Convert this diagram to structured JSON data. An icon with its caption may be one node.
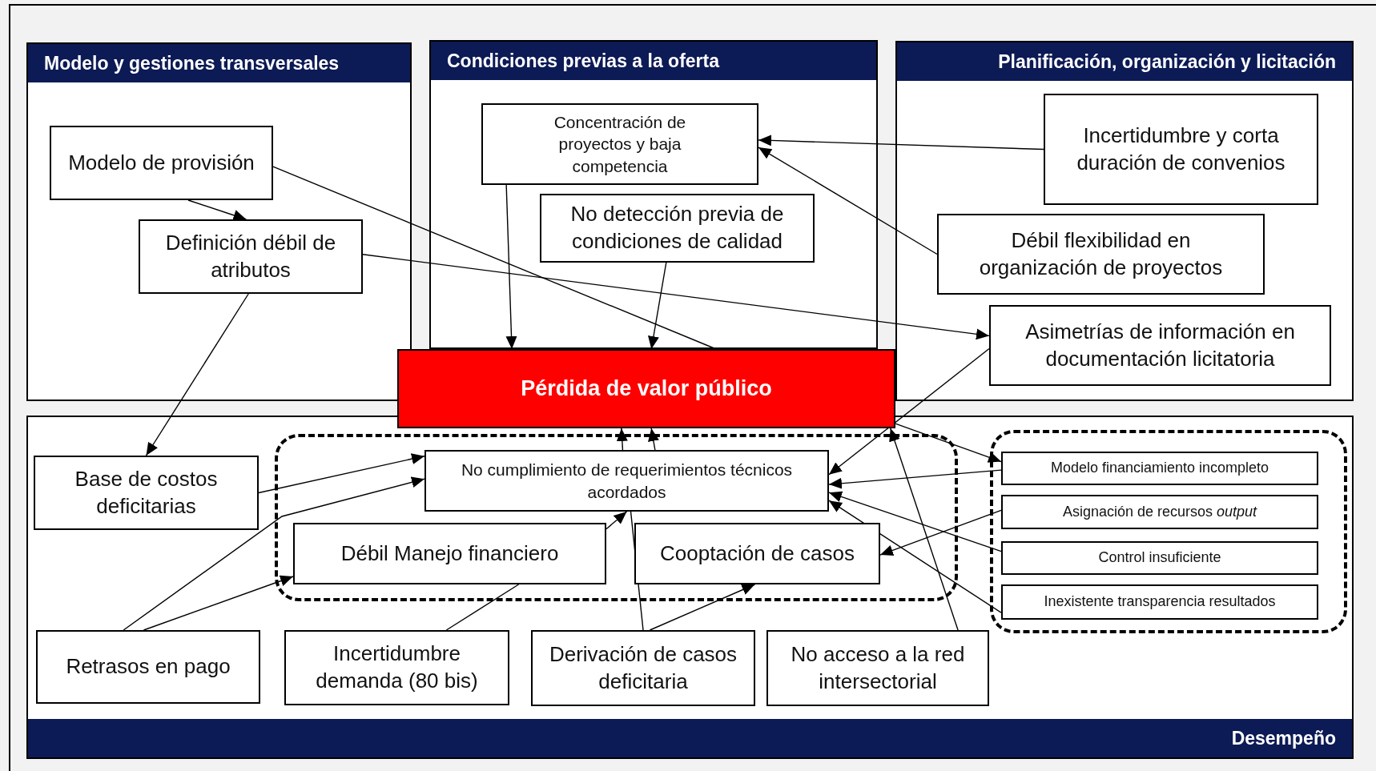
{
  "diagram": {
    "nodes": [
      {
        "text": [
          "Modelo y gestiones transversales"
        ]
      },
      {
        "text": [
          "Condiciones previas a la oferta"
        ]
      },
      {
        "text": [
          "Planificación, organización y licitación"
        ]
      },
      {
        "text": [
          "Desempeño"
        ]
      },
      {
        "text": [
          "Pérdida de valor público"
        ]
      },
      {
        "text": [
          "Modelo de provisión"
        ],
        "in": 0
      },
      {
        "text": [
          "Definición débil de atributos"
        ],
        "in": 0
      },
      {
        "text": [
          "Concentración de proyectos y baja competencia"
        ],
        "in": 1
      },
      {
        "text": [
          "No detección previa de condiciones de calidad"
        ],
        "in": 1
      },
      {
        "text": [
          "Incertidumbre y corta duración de convenios"
        ],
        "in": 2
      },
      {
        "text": [
          "Débil flexibilidad en organización de proyectos"
        ],
        "in": 2
      },
      {
        "text": [
          "Asimetrías de información en documentación licitatoria"
        ],
        "in": 2
      },
      {
        "text": [],
        "shape": "box",
        "in": 3
      },
      {
        "text": [
          "No cumplimiento de requerimientos técnicos acordados"
        ],
        "in": 12
      },
      {
        "text": [
          "Débil Manejo financiero"
        ],
        "in": 12
      },
      {
        "text": [
          "Cooptación de casos"
        ],
        "in": 12
      },
      {
        "text": [
          "Base de costos deficitarias"
        ],
        "in": 3
      },
      {
        "text": [
          "Retrasos en pago"
        ],
        "in": 3
      },
      {
        "text": [
          "Incertidumbre demanda (80 bis)"
        ],
        "in": 3
      },
      {
        "text": [
          "Derivación de casos deficitaria"
        ],
        "in": 3
      },
      {
        "text": [
          "No acceso a la red intersectorial"
        ],
        "in": 3
      },
      {
        "text": [],
        "shape": "box",
        "in": 3
      },
      {
        "text": [
          "Modelo financiamiento incompleto"
        ],
        "in": 21
      },
      {
        "text": [
          "Asignación de recursos *output*"
        ],
        "in": 21
      },
      {
        "text": [
          "Control insuficiente"
        ],
        "in": 21
      },
      {
        "text": [
          "Inexistente transparencia resultados"
        ],
        "in": 21
      }
    ],
    "edges": [
      {
        "from": 5,
        "to": 6,
        "arrow": "to"
      },
      {
        "from": 5,
        "to": 4,
        "arrow": "none"
      },
      {
        "from": 6,
        "to": 11,
        "arrow": "to"
      },
      {
        "from": 6,
        "to": 16,
        "arrow": "to"
      },
      {
        "from": 7,
        "to": 4,
        "arrow": "to"
      },
      {
        "from": 8,
        "to": 4,
        "arrow": "to"
      },
      {
        "from": 9,
        "to": 7,
        "arrow": "to"
      },
      {
        "from": 10,
        "to": 7,
        "arrow": "to"
      },
      {
        "from": 11,
        "to": 13,
        "arrow": "to"
      },
      {
        "from": 4,
        "to": 22,
        "arrow": "to"
      },
      {
        "from": 13,
        "to": 4,
        "arrow": "to"
      },
      {
        "from": 13,
        "to": 4,
        "arrow": "to"
      },
      {
        "from": 16,
        "to": 13,
        "arrow": "to"
      },
      {
        "from": 17,
        "to": 13,
        "arrow": "to"
      },
      {
        "from": 17,
        "to": 14,
        "arrow": "to"
      },
      {
        "from": 14,
        "to": 13,
        "arrow": "to"
      },
      {
        "from": 18,
        "to": 14,
        "arrow": "none"
      },
      {
        "from": 19,
        "to": 13,
        "arrow": "none"
      },
      {
        "from": 19,
        "to": 15,
        "arrow": "to"
      },
      {
        "from": 20,
        "to": 4,
        "arrow": "to"
      },
      {
        "from": 22,
        "to": 13,
        "arrow": "to"
      },
      {
        "from": 23,
        "to": 15,
        "arrow": "to"
      },
      {
        "from": 24,
        "to": 13,
        "arrow": "to"
      },
      {
        "from": 25,
        "to": 13,
        "arrow": "to"
      }
    ]
  }
}
